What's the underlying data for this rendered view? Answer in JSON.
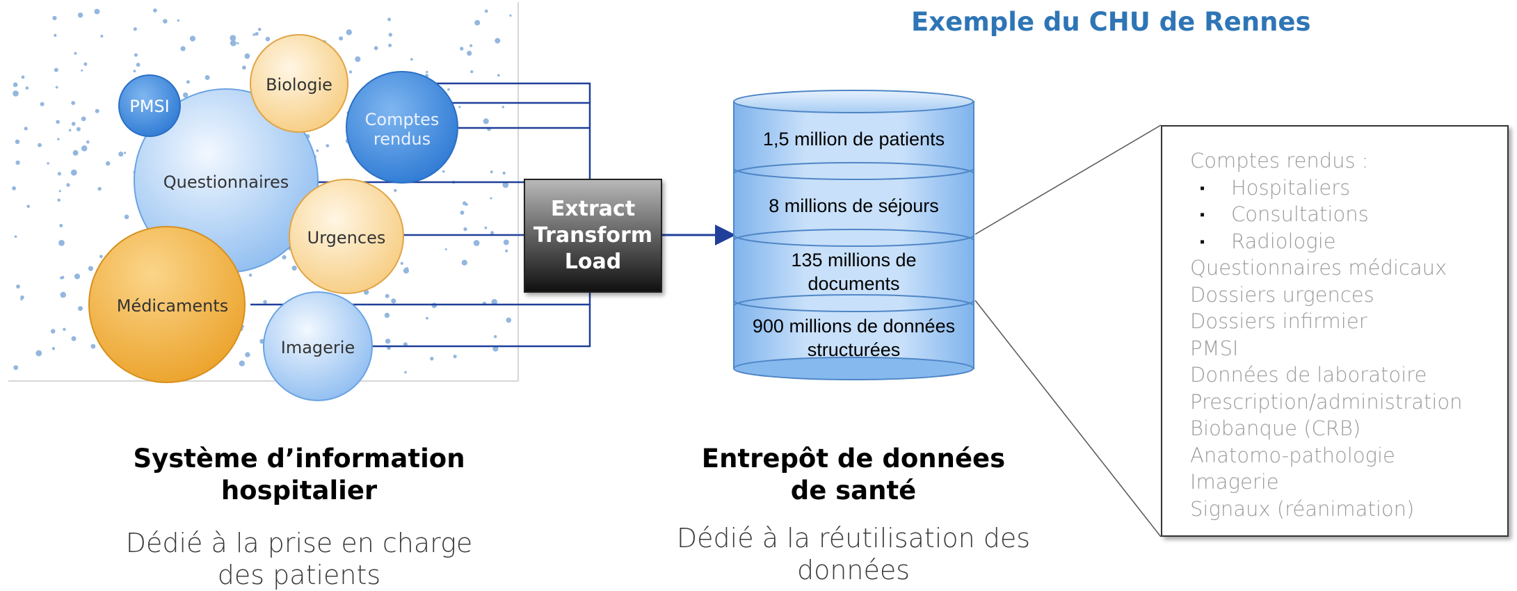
{
  "title": "Exemple du CHU de Rennes",
  "sih": {
    "sources": {
      "pmsi": "PMSI",
      "biologie": "Biologie",
      "comptes_rendus_1": "Comptes",
      "comptes_rendus_2": "rendus",
      "questionnaires": "Questionnaires",
      "urgences": "Urgences",
      "medicaments": "Médicaments",
      "imagerie": "Imagerie"
    },
    "heading_line1": "Système d’information",
    "heading_line2": "hospitalier",
    "sub_line1": "Dédié à la prise en charge",
    "sub_line2": "des patients"
  },
  "etl": {
    "line1": "Extract",
    "line2": "Transform",
    "line3": "Load"
  },
  "warehouse": {
    "layers": [
      {
        "line1": "1,5 million de patients",
        "line2": ""
      },
      {
        "line1": "8 millions de séjours",
        "line2": ""
      },
      {
        "line1": "135 millions de",
        "line2": "documents"
      },
      {
        "line1": "900 millions de données",
        "line2": "structurées"
      }
    ],
    "heading_line1": "Entrepôt de données",
    "heading_line2": "de santé",
    "sub_line1": "Dédié à la réutilisation des",
    "sub_line2": "données"
  },
  "detail_list": {
    "header": "Comptes rendus :",
    "bullets": [
      "Hospitaliers",
      "Consultations",
      "Radiologie"
    ],
    "items": [
      "Questionnaires médicaux",
      "Dossiers urgences",
      "Dossiers infirmier",
      "PMSI",
      "Données de laboratoire",
      "Prescription/administration",
      "Biobanque (CRB)",
      "Anatomo-pathologie",
      "Imagerie",
      "Signaux (réanimation)"
    ]
  },
  "colors": {
    "accent": "#2e75b6",
    "connector": "#1f3f9a",
    "blue_circle": "#a9cdf5",
    "orange_circle": "#f7c35a"
  }
}
